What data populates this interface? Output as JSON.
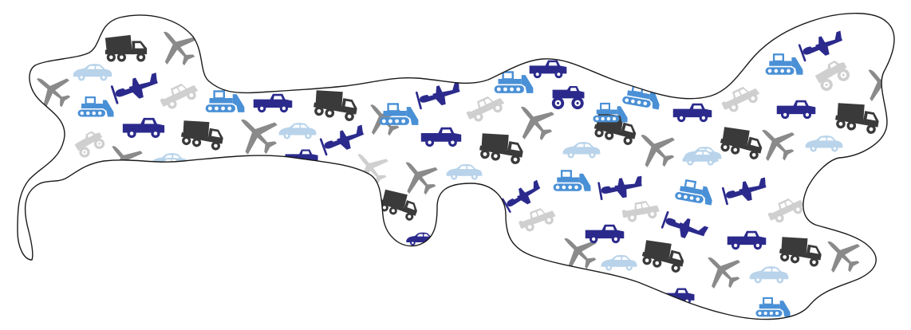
{
  "pattern": {
    "colors": {
      "navy": "#2b2a8c",
      "blue": "#4a90d6",
      "dark_gray": "#3a3a3a",
      "mid_gray": "#8a8a8a",
      "light_gray": "#cfcfcf",
      "light_blue": "#b8d3ea",
      "outline": "#1a1a1a",
      "fill": "#ffffff"
    },
    "motifs": [
      {
        "name": "dump-truck",
        "icon": "dump-truck-icon"
      },
      {
        "name": "airliner",
        "icon": "airliner-icon"
      },
      {
        "name": "propeller-plane",
        "icon": "propeller-plane-icon"
      },
      {
        "name": "bulldozer",
        "icon": "bulldozer-icon"
      },
      {
        "name": "pickup-truck",
        "icon": "pickup-truck-icon"
      },
      {
        "name": "car",
        "icon": "car-icon"
      },
      {
        "name": "jeep",
        "icon": "jeep-icon"
      },
      {
        "name": "monster-truck",
        "icon": "monster-truck-icon"
      }
    ]
  }
}
